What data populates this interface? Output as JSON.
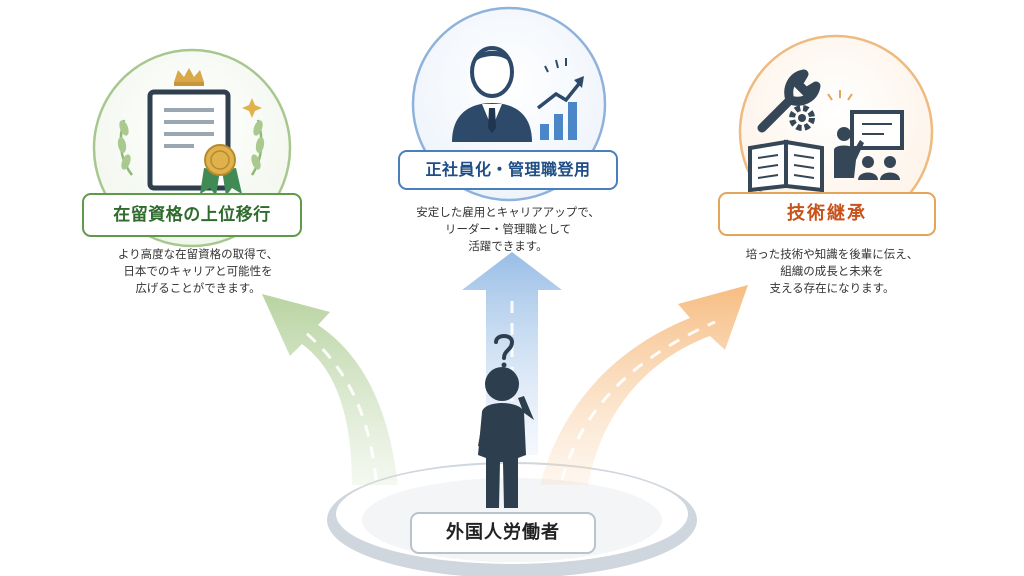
{
  "paths": {
    "left": {
      "title": "在留資格の上位移行",
      "description": [
        "より高度な在留資格の取得で、",
        "日本でのキャリアと可能性を",
        "広げることができます。"
      ],
      "color": "#5f9a48"
    },
    "center": {
      "title": "正社員化・管理職登用",
      "description": [
        "安定した雇用とキャリアアップで、",
        "リーダー・管理職として",
        "活躍できます。"
      ],
      "color": "#4a7fbd"
    },
    "right": {
      "title": "技術継承",
      "description": [
        "培った技術や知識を後輩に伝え、",
        "組織の成長と未来を",
        "支える存在になります。"
      ],
      "color": "#e4a45a"
    }
  },
  "origin": {
    "label": "外国人労働者"
  },
  "icons": {
    "left": [
      "certificate-icon",
      "crown-icon",
      "award-seal-icon",
      "laurel-icon",
      "sparkle-icon"
    ],
    "center": [
      "businessman-icon",
      "growth-chart-icon"
    ],
    "right": [
      "wrench-icon",
      "gear-icon",
      "open-book-icon",
      "teacher-icon",
      "audience-icon"
    ],
    "figure": [
      "thinking-person-icon",
      "question-mark-icon"
    ]
  }
}
